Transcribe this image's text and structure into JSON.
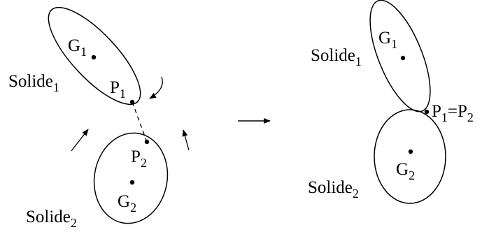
{
  "left": {
    "solid1": {
      "label": "Solide",
      "sub": "1"
    },
    "solid2": {
      "label": "Solide",
      "sub": "2"
    },
    "g1": {
      "label": "G",
      "sub": "1"
    },
    "p1": {
      "label": "P",
      "sub": "1"
    },
    "p2": {
      "label": "P",
      "sub": "2"
    },
    "g2": {
      "label": "G",
      "sub": "2"
    }
  },
  "right": {
    "solid1": {
      "label": "Solide",
      "sub": "1"
    },
    "solid2": {
      "label": "Solide",
      "sub": "2"
    },
    "g1": {
      "label": "G",
      "sub": "1"
    },
    "g2": {
      "label": "G",
      "sub": "2"
    },
    "contact": {
      "p": "P",
      "sub1": "1",
      "eq": "=",
      "sub2": "2"
    }
  },
  "colors": {
    "stroke": "#000000",
    "background": "#ffffff"
  }
}
